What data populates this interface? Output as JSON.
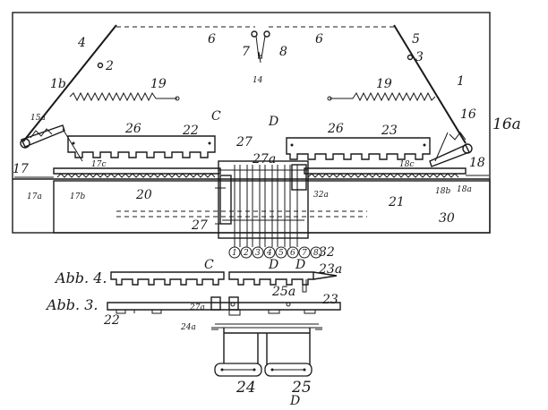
{
  "figure": {
    "labels": {
      "l1": "1",
      "l1b": "1b",
      "l2": "2",
      "l3": "3",
      "l4": "4",
      "l5": "5",
      "l6a": "6",
      "l6b": "6",
      "l7": "7",
      "l8": "8",
      "l14": "14",
      "l15a": "15a",
      "l16": "16",
      "l16a": "16a",
      "l17": "17",
      "l17a": "17a",
      "l17b": "17b",
      "l17c": "17c",
      "l18": "18",
      "l18a": "18a",
      "l18b": "18b",
      "l18c": "18c",
      "l19a": "19",
      "l19b": "19",
      "l20": "20",
      "l21": "21",
      "l22": "22",
      "l23": "23",
      "l26a": "26",
      "l26b": "26",
      "l27": "27",
      "l27a": "27a",
      "l27b": "27",
      "l30": "30",
      "l32a": "32a",
      "l32": "32",
      "l23a": "23a",
      "l25a": "25a",
      "l23c": "23",
      "l22c": "22",
      "l27c": "27a",
      "l24a": "24a",
      "l24": "24",
      "l25": "25",
      "mark_c1": "C",
      "mark_d1": "D",
      "mark_c2": "C",
      "mark_d2": "D",
      "mark_d3": "D",
      "mark_d4": "D"
    },
    "circle_numbers": [
      "1",
      "2",
      "3",
      "4",
      "5",
      "6",
      "7",
      "8"
    ],
    "captions": {
      "abb4": "Abb. 4.",
      "abb3": "Abb. 3."
    }
  }
}
